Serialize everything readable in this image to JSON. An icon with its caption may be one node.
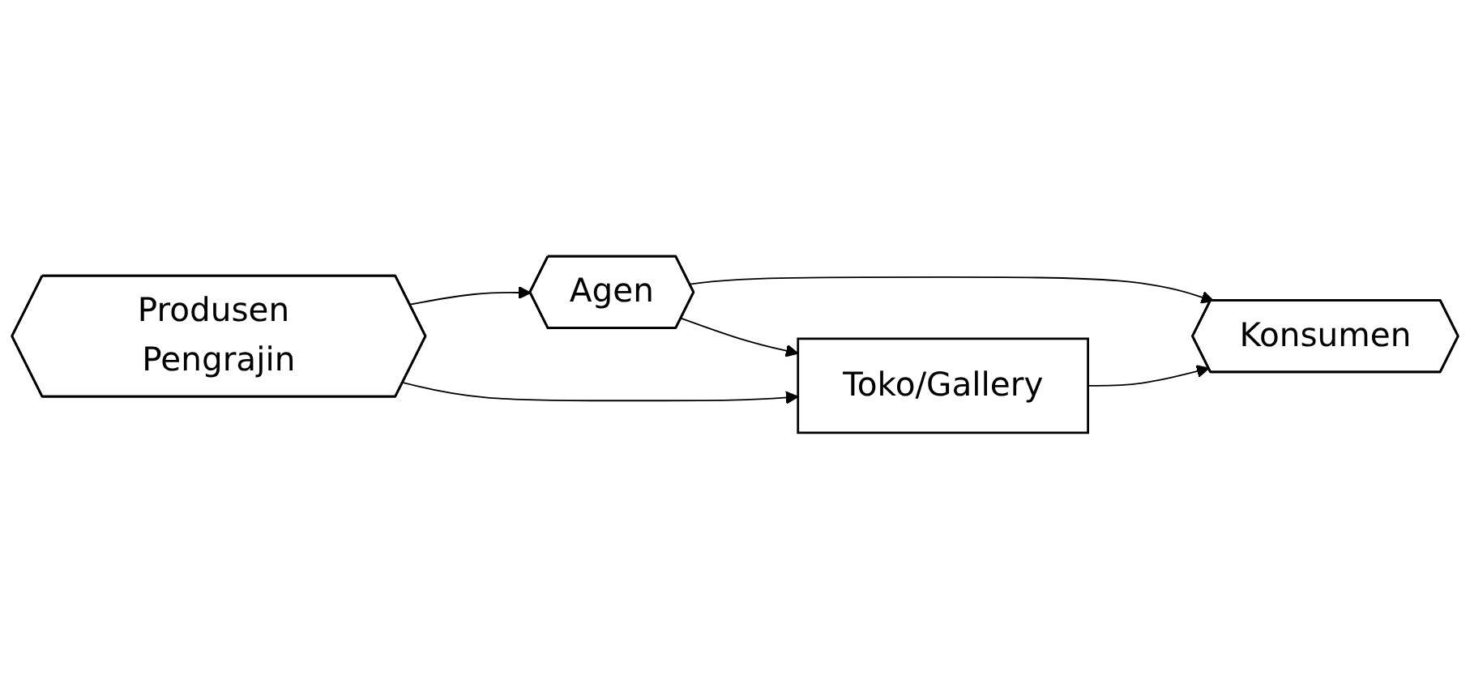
{
  "diagram": {
    "nodes": [
      {
        "text": [
          "Produsen Pengrajin"
        ]
      },
      {
        "text": [
          "Agen"
        ]
      },
      {
        "text": [
          "Toko/Gallery"
        ]
      },
      {
        "text": [
          "Konsumen"
        ]
      }
    ],
    "edges": [
      {
        "from": 0,
        "to": 1,
        "arrow": "to"
      },
      {
        "from": 0,
        "to": 2,
        "arrow": "to"
      },
      {
        "from": 1,
        "to": 3,
        "arrow": "to"
      },
      {
        "from": 1,
        "to": 2,
        "arrow": "to"
      },
      {
        "from": 2,
        "to": 3,
        "arrow": "to"
      }
    ]
  }
}
